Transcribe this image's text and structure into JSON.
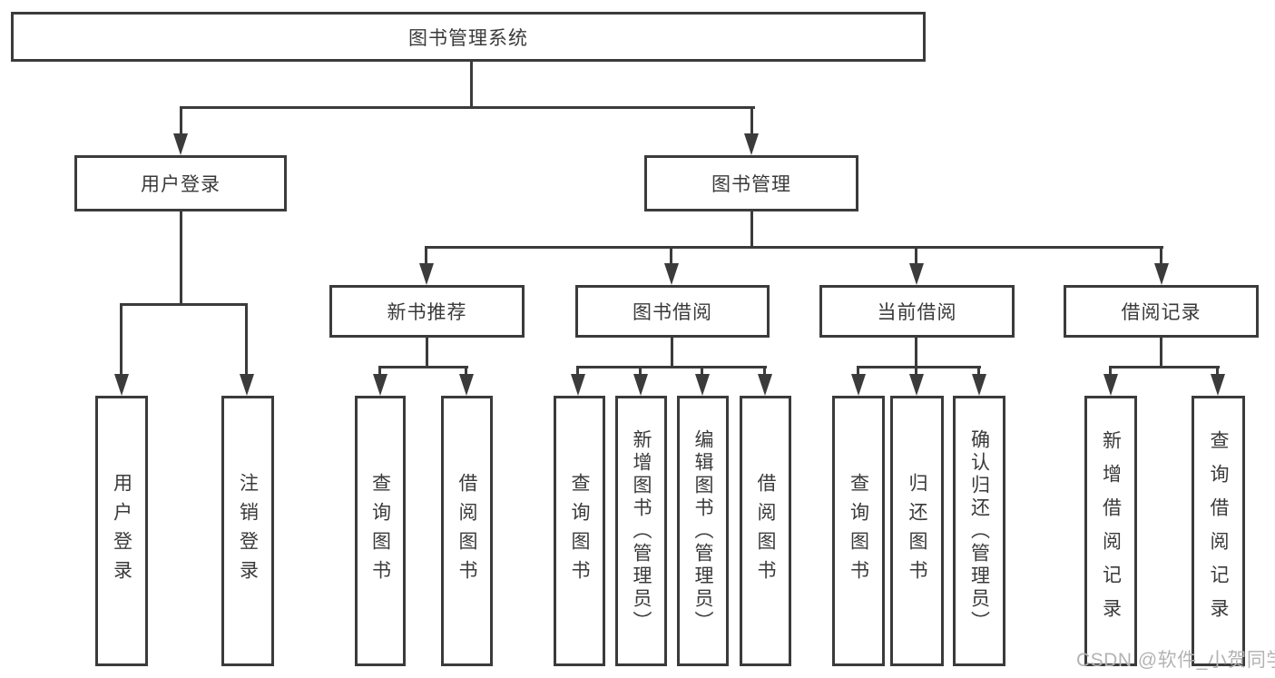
{
  "diagram": {
    "root": {
      "label": "图书管理系统"
    },
    "level2": {
      "user_login": {
        "label": "用户登录"
      },
      "book_mgmt": {
        "label": "图书管理"
      }
    },
    "level3": {
      "new_book_rec": {
        "label": "新书推荐"
      },
      "book_borrow": {
        "label": "图书借阅"
      },
      "current_borrow": {
        "label": "当前借阅"
      },
      "borrow_record": {
        "label": "借阅记录"
      }
    },
    "level4": {
      "user_login_children": [
        "用户登录",
        "注销登录"
      ],
      "new_book_rec_children": [
        "查询图书",
        "借阅图书"
      ],
      "book_borrow_children": [
        "查询图书",
        "新增图书（管理员）",
        "编辑图书（管理员）",
        "借阅图书"
      ],
      "current_borrow_children": [
        "查询图书",
        "归还图书",
        "确认归还（管理员）"
      ],
      "borrow_record_children": [
        "新增借阅记录",
        "查询借阅记录"
      ]
    }
  },
  "watermark": {
    "text": "CSDN @软件_小贺同学"
  },
  "colors": {
    "line": "#3b3b3b",
    "text": "#3a3a3a",
    "watermark_gray": "#b3b3b3",
    "background": "#ffffff"
  }
}
